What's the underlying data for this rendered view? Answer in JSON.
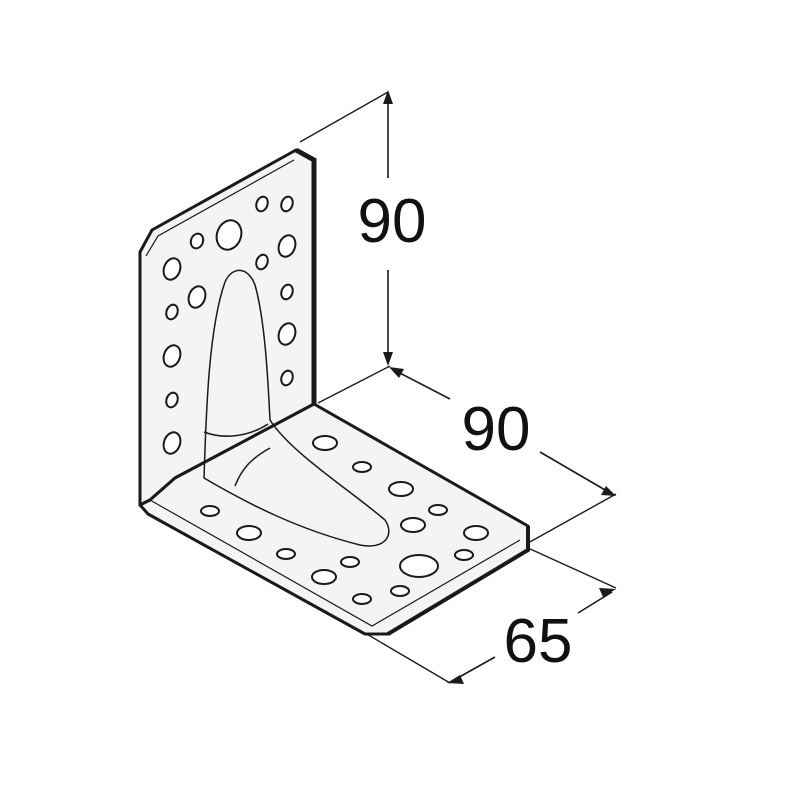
{
  "dimensions": {
    "height": "90",
    "depth": "90",
    "width": "65"
  },
  "colors": {
    "line": "#1a1a1a",
    "plate": "#f4f4f4",
    "background": "#ffffff"
  }
}
